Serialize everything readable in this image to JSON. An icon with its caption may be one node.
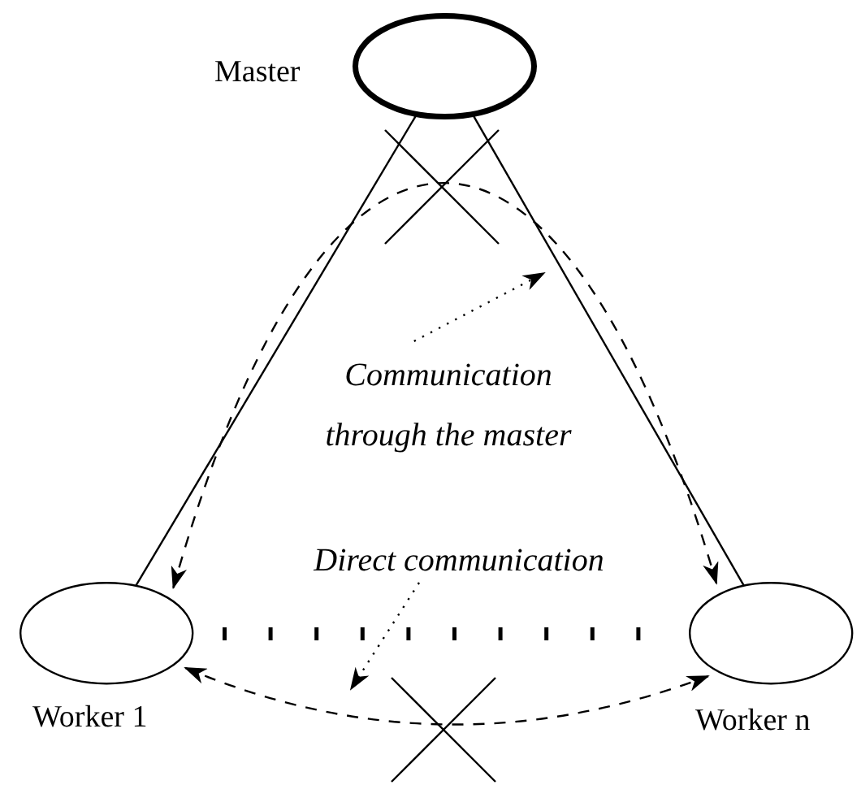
{
  "diagram": {
    "nodes": [
      {
        "text": [
          "Master"
        ]
      },
      {
        "text": [
          "Worker 1"
        ]
      },
      {
        "text": [
          "Worker n"
        ]
      },
      {
        "text": [
          "Communication through the master"
        ]
      },
      {
        "text": [
          "Direct communication"
        ]
      }
    ],
    "edges": [
      {
        "from": 0,
        "to": 1,
        "arrow": "none"
      },
      {
        "from": 0,
        "to": 2,
        "arrow": "none"
      },
      {
        "from": 1,
        "to": 2,
        "arrow": "none",
        "style": "dashed"
      },
      {
        "from": 1,
        "to": 2,
        "arrow": "both",
        "style": "dashed"
      },
      {
        "from": 1,
        "to": 2,
        "arrow": "both",
        "style": "dashed"
      },
      {
        "from": 3,
        "to": null,
        "arrow": "to",
        "style": "dashed"
      },
      {
        "from": 4,
        "to": null,
        "arrow": "to",
        "style": "dashed"
      }
    ]
  }
}
